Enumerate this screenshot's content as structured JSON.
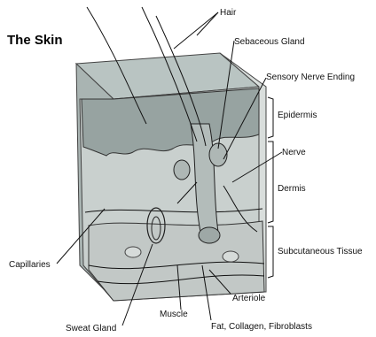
{
  "title": "The Skin",
  "labels": {
    "hair": "Hair",
    "sebaceous_gland": "Sebaceous Gland",
    "sensory_nerve_ending": "Sensory Nerve Ending",
    "epidermis": "Epidermis",
    "nerve": "Nerve",
    "dermis": "Dermis",
    "subcutaneous_tissue": "Subcutaneous Tissue",
    "capillaries": "Capillaries",
    "arteriole": "Arteriole",
    "sweat_gland": "Sweat Gland",
    "muscle": "Muscle",
    "fat_collagen_fibroblasts": "Fat, Collagen, Fibroblasts"
  },
  "colors": {
    "surface": "#b9c4c2",
    "epidermis": "#97a3a1",
    "dermis": "#c9d0ce",
    "right_face": "#d9dedc",
    "subcutaneous": "#c2c8c6",
    "lines": "#2a2a2a"
  }
}
